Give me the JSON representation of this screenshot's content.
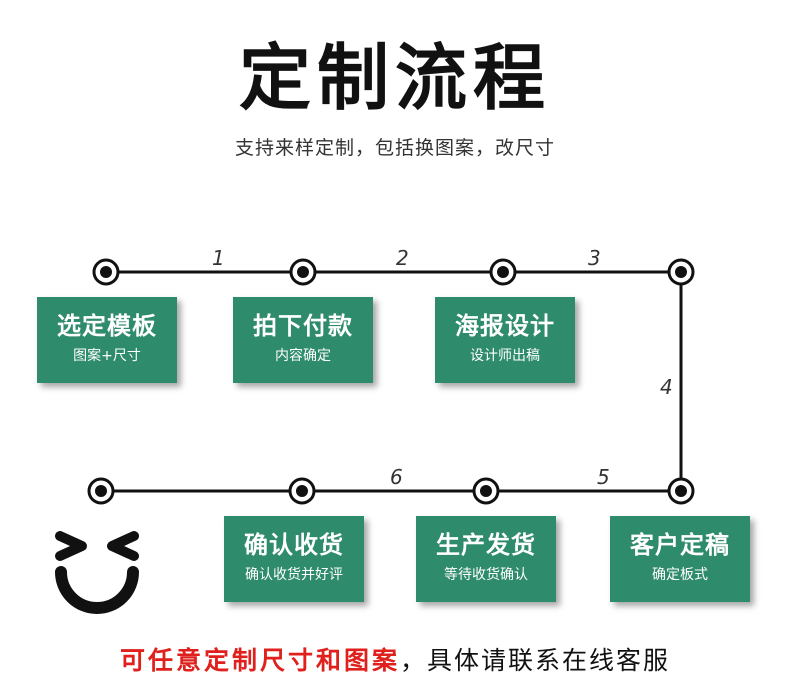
{
  "header": {
    "title": "定制流程",
    "subtitle": "支持来样定制，包括换图案，改尺寸"
  },
  "steps": [
    {
      "title": "选定模板",
      "detail": "图案+尺寸"
    },
    {
      "title": "拍下付款",
      "detail": "内容确定"
    },
    {
      "title": "海报设计",
      "detail": "设计师出稿"
    },
    {
      "title": "客户定稿",
      "detail": "确定板式"
    },
    {
      "title": "生产发货",
      "detail": "等待收货确认"
    },
    {
      "title": "确认收货",
      "detail": "确认收货并好评"
    }
  ],
  "connector_numbers": [
    "1",
    "2",
    "3",
    "4",
    "5",
    "6"
  ],
  "footer": {
    "highlight": "可任意定制尺寸和图案",
    "rest": "，具体请联系在线客服"
  },
  "colors": {
    "box": "#2e8b6b",
    "highlight": "#e0201c"
  },
  "icons": [
    "smiley-face-icon"
  ]
}
